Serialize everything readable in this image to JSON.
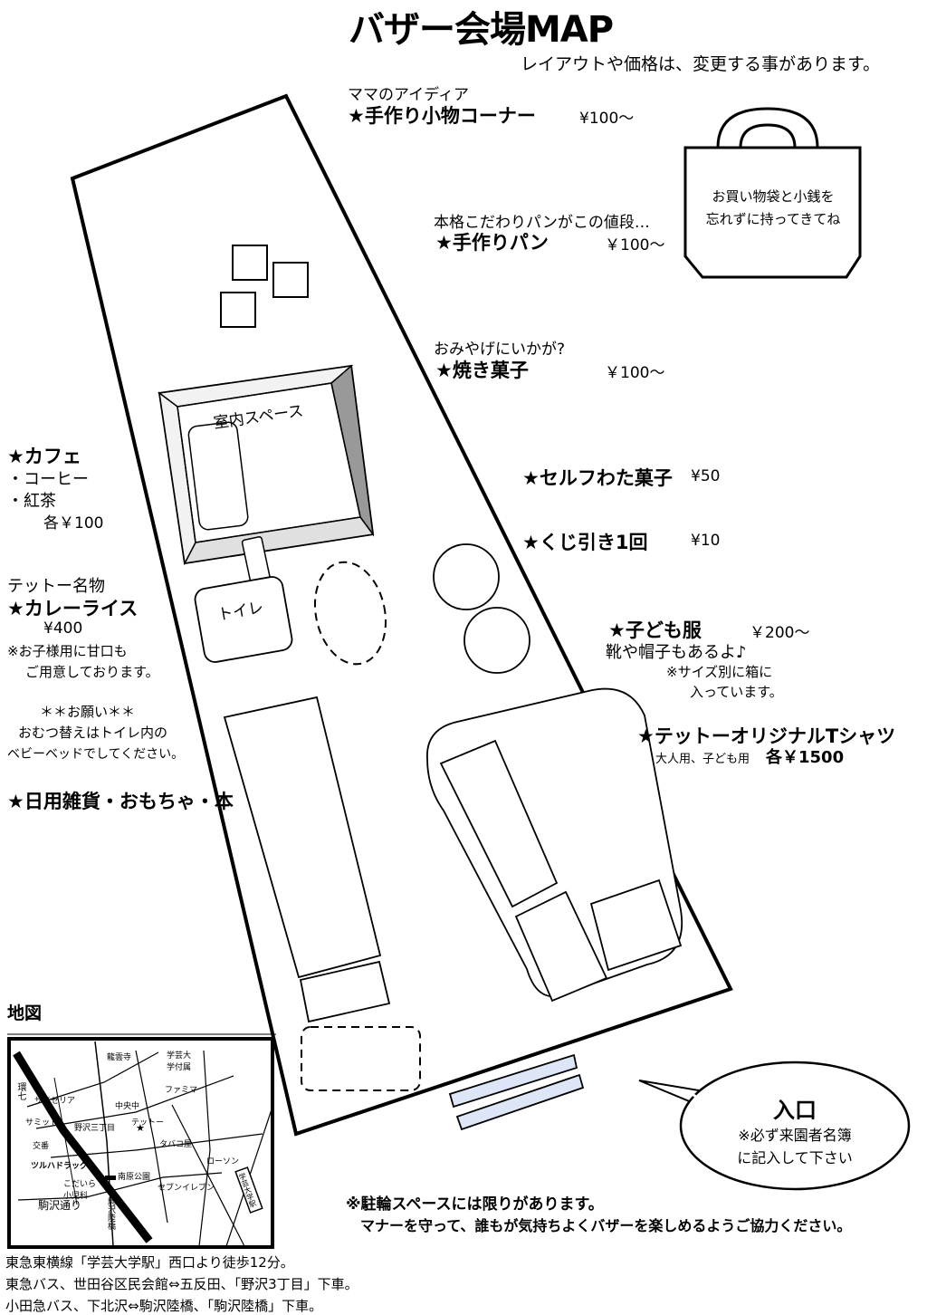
{
  "title": "バザー会場MAP",
  "notice": "レイアウトや価格は、変更する事があります。",
  "bag_note": {
    "line1": "お買い物袋と小銭を",
    "line2": "忘れずに持ってきてね"
  },
  "booths": {
    "handmade_goods": {
      "sub": "ママのアイディア",
      "name": "★手作り小物コーナー",
      "price": "¥100～"
    },
    "bread": {
      "sub": "本格こだわりパンがこの値段…",
      "name": "★手作りパン",
      "price": "￥100～"
    },
    "baked_sweets": {
      "sub": "おみやげにいかが?",
      "name": "★焼き菓子",
      "price": "￥100～"
    },
    "cotton_candy": {
      "name": "★セルフわた菓子",
      "price": "¥50"
    },
    "lottery": {
      "name": "★くじ引き1回",
      "price": "¥10"
    },
    "kids_clothes": {
      "name": "★子ども服",
      "price": "￥200～",
      "line1": "靴や帽子もあるよ♪",
      "note1": "※サイズ別に箱に",
      "note2": "入っています。"
    },
    "tshirt": {
      "name": "★テットーオリジナルTシャツ",
      "sizes": "大人用、子ども用",
      "price": "各￥1500"
    },
    "cafe": {
      "name": "★カフェ",
      "item1": "・コーヒー",
      "item2": "・紅茶",
      "price": "各￥100"
    },
    "curry": {
      "sub": "テットー名物",
      "name": "★カレーライス",
      "price": "¥400",
      "note1": "※お子様用に甘口も",
      "note2": "ご用意しております。"
    },
    "request": {
      "title": "＊＊お願い＊＊",
      "line1": "おむつ替えはトイレ内の",
      "line2": "ベビーベッドでしてください。"
    },
    "daily_goods": {
      "name": "★日用雑貨・おもちゃ・本"
    }
  },
  "venue_labels": {
    "indoor": "室内スペース",
    "toilet": "トイレ"
  },
  "entrance": {
    "title": "入口",
    "line1": "※必ず来園者名簿",
    "line2": "に記入して下さい"
  },
  "parking": {
    "line1": "※駐輪スペースには限りがあります。",
    "line2": "マナーを守って、誰もが気持ちよくバザーを楽しめるようご協力ください。"
  },
  "access_map": {
    "title": "地図",
    "labels": {
      "kannana": "環七",
      "saizeriya": "サイゼリア",
      "summit": "サミット",
      "koban": "交番",
      "tsuruha": "ツルハドラッグ",
      "ryuunji": "龍雲寺",
      "gakugei": "学芸大学付属",
      "familymart": "ファミマ",
      "chuuchuu": "中央中",
      "nozawa": "野沢三丁目",
      "tetto": "テットー",
      "tabako": "タバコ屋",
      "lawson": "ローソン",
      "minamihara": "南原公園",
      "kodaira": "こだいら小児科",
      "seven": "セブンイレブン",
      "komazawa_st": "駒沢通り",
      "komazawa_rk": "駒沢陸橋",
      "gakugei_st": "学芸大学駅"
    }
  },
  "directions": [
    "東急東横線「学芸大学駅」西口より徒歩12分。",
    "東急バス、世田谷区民会館⇔五反田、「野沢3丁目」下車。",
    "小田急バス、下北沢⇔駒沢陸橋、「駒沢陸橋」下車。"
  ]
}
